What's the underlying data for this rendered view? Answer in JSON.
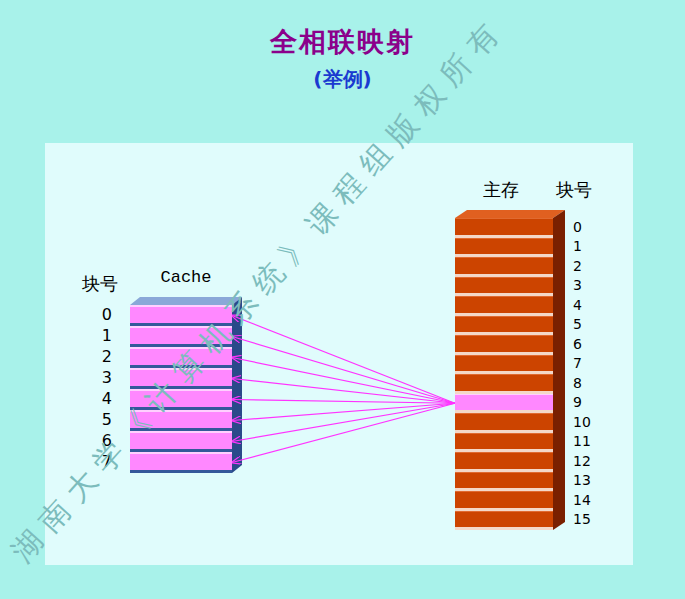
{
  "diagram": {
    "title": "全相联映射",
    "nodes": [
      {
        "text": [
          "Cache"
        ]
      },
      {
        "text": [
          "0"
        ],
        "in": 0
      },
      {
        "text": [
          "1"
        ],
        "in": 0
      },
      {
        "text": [
          "2"
        ],
        "in": 0
      },
      {
        "text": [
          "3"
        ],
        "in": 0
      },
      {
        "text": [
          "4"
        ],
        "in": 0
      },
      {
        "text": [
          "5"
        ],
        "in": 0
      },
      {
        "text": [
          "6"
        ],
        "in": 0
      },
      {
        "text": [
          "7"
        ],
        "in": 0
      },
      {
        "text": [
          "主存"
        ]
      },
      {
        "text": [
          "0"
        ],
        "in": 9
      },
      {
        "text": [
          "1"
        ],
        "in": 9
      },
      {
        "text": [
          "2"
        ],
        "in": 9
      },
      {
        "text": [
          "3"
        ],
        "in": 9
      },
      {
        "text": [
          "4"
        ],
        "in": 9
      },
      {
        "text": [
          "5"
        ],
        "in": 9
      },
      {
        "text": [
          "6"
        ],
        "in": 9
      },
      {
        "text": [
          "7"
        ],
        "in": 9
      },
      {
        "text": [
          "8"
        ],
        "in": 9
      },
      {
        "text": [
          "9"
        ],
        "in": 9
      },
      {
        "text": [
          "10"
        ],
        "in": 9
      },
      {
        "text": [
          "11"
        ],
        "in": 9
      },
      {
        "text": [
          "12"
        ],
        "in": 9
      },
      {
        "text": [
          "13"
        ],
        "in": 9
      },
      {
        "text": [
          "14"
        ],
        "in": 9
      },
      {
        "text": [
          "15"
        ],
        "in": 9
      }
    ],
    "edges": [
      {
        "from": 19,
        "to": 1,
        "arrow": "to"
      },
      {
        "from": 19,
        "to": 2,
        "arrow": "to"
      },
      {
        "from": 19,
        "to": 3,
        "arrow": "to"
      },
      {
        "from": 19,
        "to": 4,
        "arrow": "to"
      },
      {
        "from": 19,
        "to": 5,
        "arrow": "to"
      },
      {
        "from": 19,
        "to": 6,
        "arrow": "to"
      },
      {
        "from": 19,
        "to": 7,
        "arrow": "to"
      },
      {
        "from": 19,
        "to": 8,
        "arrow": "to"
      }
    ],
    "labels": [
      "(举例)",
      "块号",
      "块号",
      "湖南大学《计算机系统》课程组版权所有"
    ]
  }
}
